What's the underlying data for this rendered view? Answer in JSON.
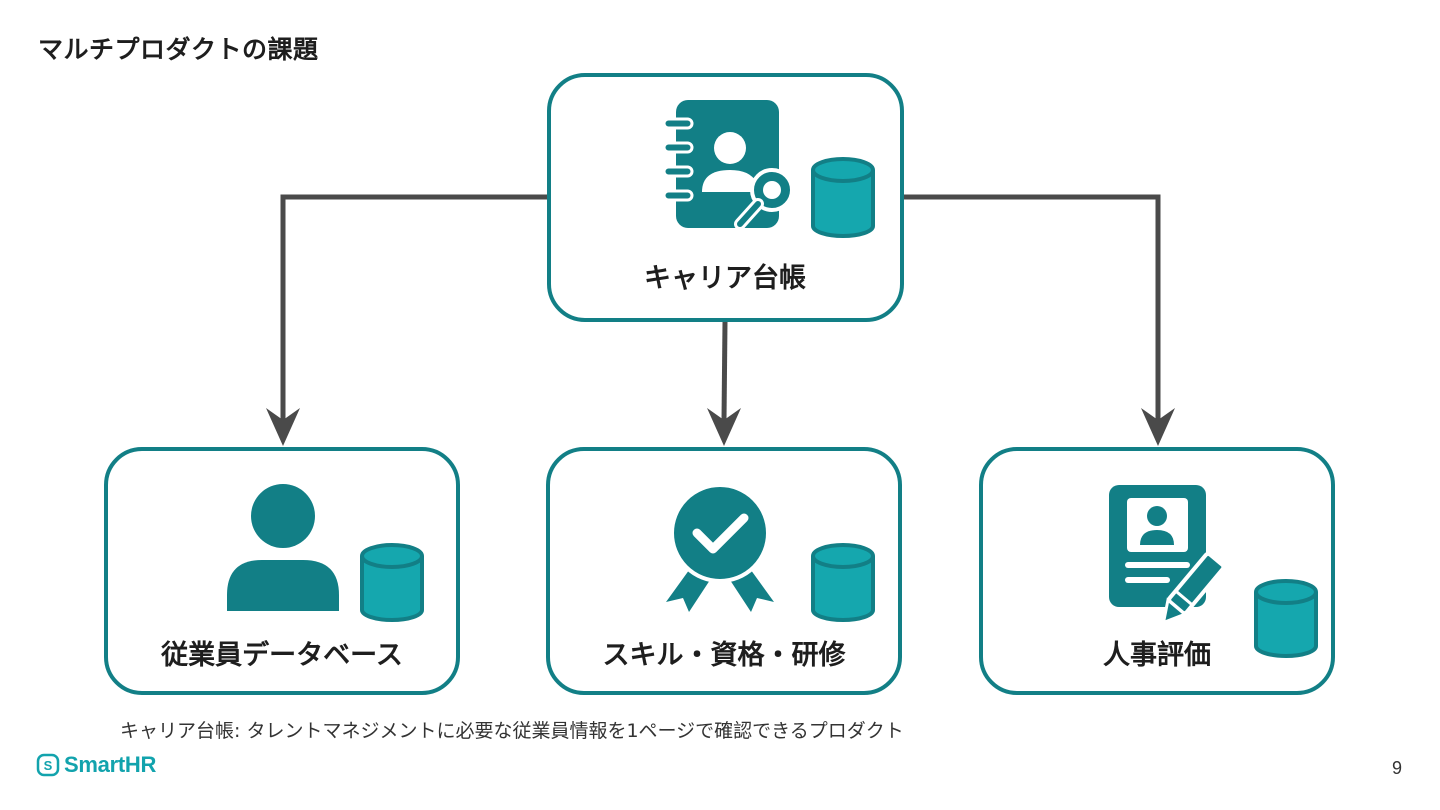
{
  "page": {
    "title": "マルチプロダクトの課題",
    "caption": "キャリア台帳: タレントマネジメントに必要な従業員情報を1ページで確認できるプロダクト",
    "page_number": "9",
    "logo_text": "SmartHR"
  },
  "colors": {
    "teal_dark": "#127f86",
    "teal_db": "#15a7ae",
    "arrow": "#4a4a4a"
  },
  "nodes": [
    {
      "id": "career-ledger",
      "label": "キャリア台帳",
      "icon": "address-book-search-icon"
    },
    {
      "id": "employee-database",
      "label": "従業員データベース",
      "icon": "person-icon"
    },
    {
      "id": "skills-training",
      "label": "スキル・資格・研修",
      "icon": "award-badge-icon"
    },
    {
      "id": "hr-evaluation",
      "label": "人事評価",
      "icon": "profile-edit-icon"
    }
  ],
  "edges": [
    {
      "from": "career-ledger",
      "to": "employee-database"
    },
    {
      "from": "career-ledger",
      "to": "skills-training"
    },
    {
      "from": "career-ledger",
      "to": "hr-evaluation"
    }
  ]
}
